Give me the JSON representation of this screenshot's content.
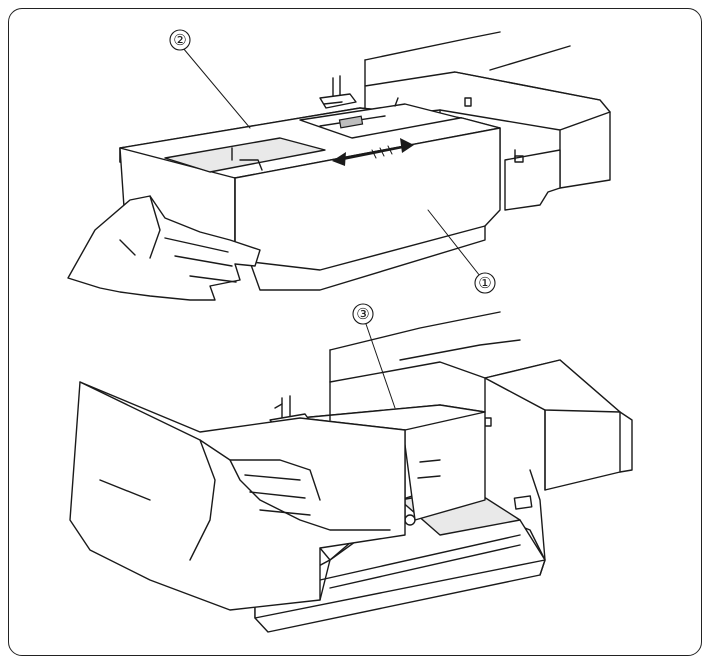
{
  "callouts": [
    {
      "id": "1",
      "label": "①"
    },
    {
      "id": "2",
      "label": "②"
    },
    {
      "id": "3",
      "label": "③"
    }
  ]
}
